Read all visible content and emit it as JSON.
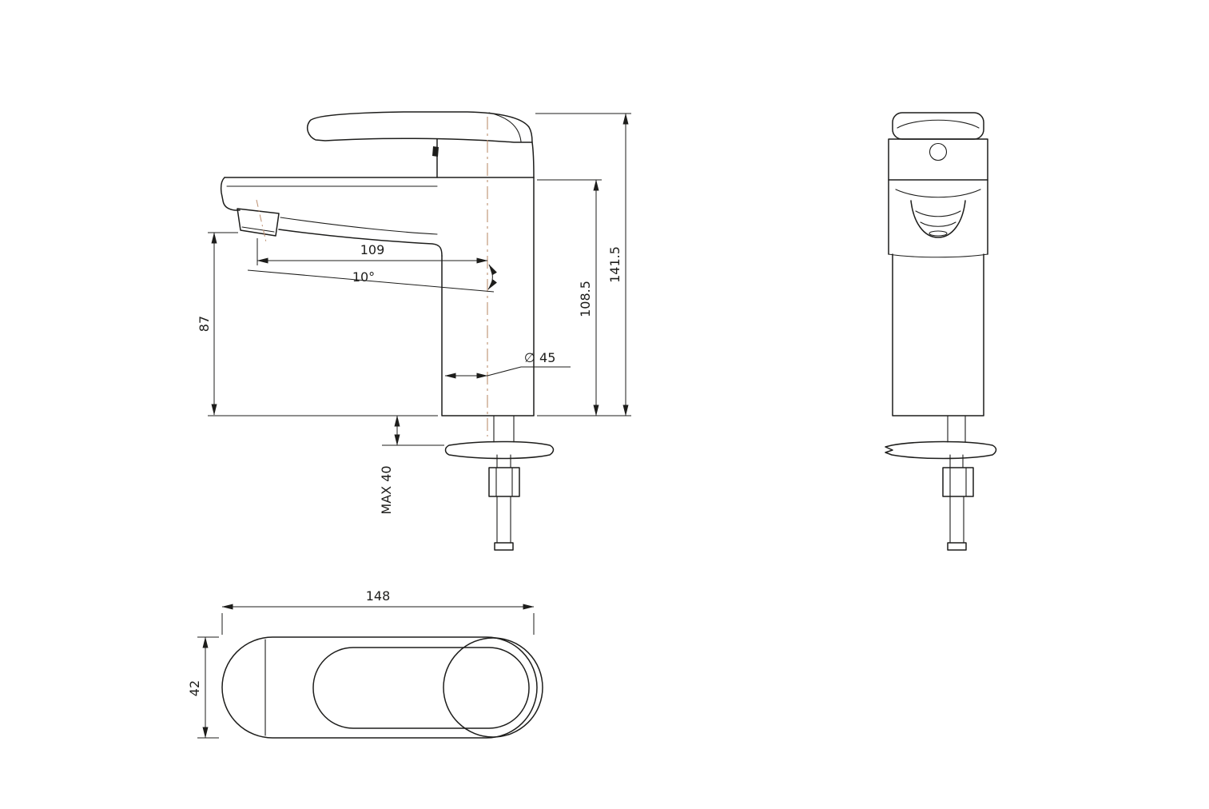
{
  "drawing": {
    "type": "technical-dimension-drawing",
    "colors": {
      "line": "#1d1d1b",
      "centerline": "#bd8f6f",
      "background": "#ffffff"
    },
    "dimensions": {
      "spout_reach": "109",
      "spout_angle": "10°",
      "spout_outlet_height": "87",
      "overall_height": "141.5",
      "spout_top_height": "108.5",
      "body_diameter": "∅ 45",
      "max_deck_thickness": "MAX 40",
      "overall_length": "148",
      "body_width": "42"
    }
  }
}
